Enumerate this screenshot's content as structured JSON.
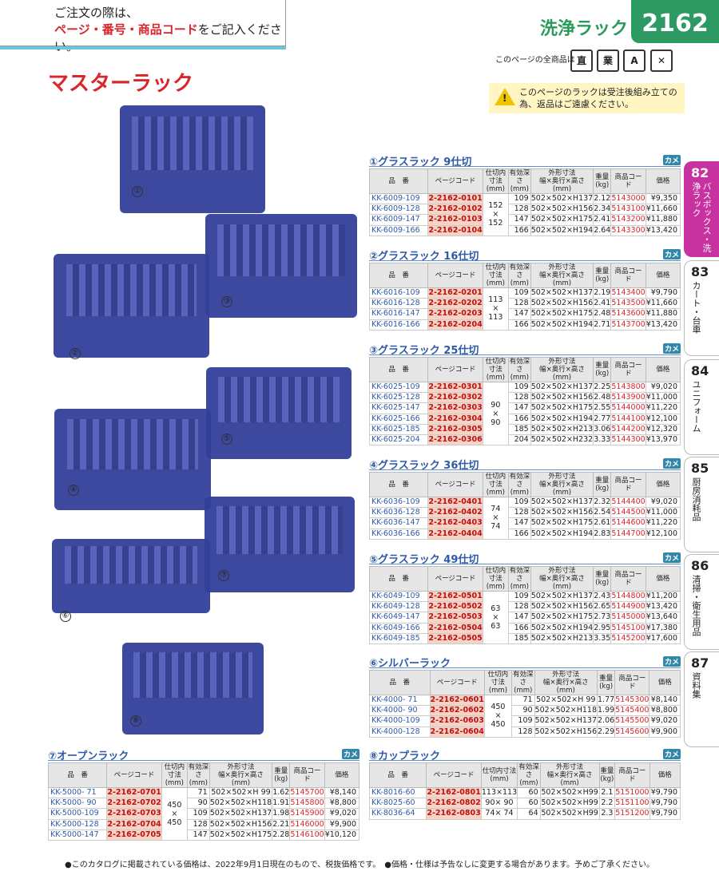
{
  "header": {
    "line1": "ご注文の際は、",
    "line2_red": "ページ・番号・商品コード",
    "line2_rest": "をご記入ください。",
    "category": "洗浄ラック",
    "page": "2162"
  },
  "icons": {
    "label": "このページの全商品は",
    "items": [
      "直",
      "業",
      "A",
      "✕"
    ]
  },
  "title": "マスターラック",
  "warning": "このページのラックは受注後組み立ての為、返品はご遠慮ください。",
  "tabs": [
    {
      "num": "82",
      "label": "バスボックス・洗浄ラック"
    },
    {
      "num": "83",
      "label": "カート・台車"
    },
    {
      "num": "84",
      "label": "ユニフォーム"
    },
    {
      "num": "85",
      "label": "厨房消耗品"
    },
    {
      "num": "86",
      "label": "清掃・衛生用品"
    },
    {
      "num": "87",
      "label": "資料集"
    }
  ],
  "photo_labels": [
    "①",
    "②",
    "③",
    "④",
    "⑤",
    "⑥",
    "⑦",
    "⑧"
  ],
  "col_headers": {
    "code": "品　番",
    "page_code": "ページコード",
    "inner": "仕切内寸法\n(mm)",
    "depth": "有効深さ\n(mm)",
    "size": "外形寸法\n幅×奥行×高さ(mm)",
    "weight": "重量\n(kg)",
    "shop": "商品コード",
    "price": "価格"
  },
  "tag": "カメ",
  "sections": [
    {
      "title": "①グラスラック 9仕切",
      "inner": [
        "152",
        "×",
        "152"
      ],
      "rows": [
        [
          "KK-6009-109",
          "2-2162-0101",
          "109",
          "502×502×H137",
          "2.12",
          "5143000",
          "¥9,350"
        ],
        [
          "KK-6009-128",
          "2-2162-0102",
          "128",
          "502×502×H156",
          "2.34",
          "5143100",
          "¥11,660"
        ],
        [
          "KK-6009-147",
          "2-2162-0103",
          "147",
          "502×502×H175",
          "2.41",
          "5143200",
          "¥11,880"
        ],
        [
          "KK-6009-166",
          "2-2162-0104",
          "166",
          "502×502×H194",
          "2.64",
          "5143300",
          "¥13,420"
        ]
      ]
    },
    {
      "title": "②グラスラック 16仕切",
      "inner": [
        "113",
        "×",
        "113"
      ],
      "rows": [
        [
          "KK-6016-109",
          "2-2162-0201",
          "109",
          "502×502×H137",
          "2.19",
          "5143400",
          "¥9,790"
        ],
        [
          "KK-6016-128",
          "2-2162-0202",
          "128",
          "502×502×H156",
          "2.41",
          "5143500",
          "¥11,660"
        ],
        [
          "KK-6016-147",
          "2-2162-0203",
          "147",
          "502×502×H175",
          "2.48",
          "5143600",
          "¥11,880"
        ],
        [
          "KK-6016-166",
          "2-2162-0204",
          "166",
          "502×502×H194",
          "2.71",
          "5143700",
          "¥13,420"
        ]
      ]
    },
    {
      "title": "③グラスラック 25仕切",
      "inner": [
        "90",
        "×",
        "90"
      ],
      "rows": [
        [
          "KK-6025-109",
          "2-2162-0301",
          "109",
          "502×502×H137",
          "2.25",
          "5143800",
          "¥9,020"
        ],
        [
          "KK-6025-128",
          "2-2162-0302",
          "128",
          "502×502×H156",
          "2.48",
          "5143900",
          "¥11,000"
        ],
        [
          "KK-6025-147",
          "2-2162-0303",
          "147",
          "502×502×H175",
          "2.55",
          "5144000",
          "¥11,220"
        ],
        [
          "KK-6025-166",
          "2-2162-0304",
          "166",
          "502×502×H194",
          "2.77",
          "5144100",
          "¥12,100"
        ],
        [
          "KK-6025-185",
          "2-2162-0305",
          "185",
          "502×502×H213",
          "3.06",
          "5144200",
          "¥12,320"
        ],
        [
          "KK-6025-204",
          "2-2162-0306",
          "204",
          "502×502×H232",
          "3.33",
          "5144300",
          "¥13,970"
        ]
      ]
    },
    {
      "title": "④グラスラック 36仕切",
      "inner": [
        "74",
        "×",
        "74"
      ],
      "rows": [
        [
          "KK-6036-109",
          "2-2162-0401",
          "109",
          "502×502×H137",
          "2.32",
          "5144400",
          "¥9,020"
        ],
        [
          "KK-6036-128",
          "2-2162-0402",
          "128",
          "502×502×H156",
          "2.54",
          "5144500",
          "¥11,000"
        ],
        [
          "KK-6036-147",
          "2-2162-0403",
          "147",
          "502×502×H175",
          "2.61",
          "5144600",
          "¥11,220"
        ],
        [
          "KK-6036-166",
          "2-2162-0404",
          "166",
          "502×502×H194",
          "2.83",
          "5144700",
          "¥12,100"
        ]
      ]
    },
    {
      "title": "⑤グラスラック 49仕切",
      "inner": [
        "63",
        "×",
        "63"
      ],
      "rows": [
        [
          "KK-6049-109",
          "2-2162-0501",
          "109",
          "502×502×H137",
          "2.43",
          "5144800",
          "¥11,200"
        ],
        [
          "KK-6049-128",
          "2-2162-0502",
          "128",
          "502×502×H156",
          "2.65",
          "5144900",
          "¥13,420"
        ],
        [
          "KK-6049-147",
          "2-2162-0503",
          "147",
          "502×502×H175",
          "2.73",
          "5145000",
          "¥13,640"
        ],
        [
          "KK-6049-166",
          "2-2162-0504",
          "166",
          "502×502×H194",
          "2.95",
          "5145100",
          "¥17,380"
        ],
        [
          "KK-6049-185",
          "2-2162-0505",
          "185",
          "502×502×H213",
          "3.35",
          "5145200",
          "¥17,600"
        ]
      ]
    },
    {
      "title": "⑥シルバーラック",
      "inner": [
        "450",
        "×",
        "450"
      ],
      "rows": [
        [
          "KK-4000- 71",
          "2-2162-0601",
          "71",
          "502×502×H 99",
          "1.77",
          "5145300",
          "¥8,140"
        ],
        [
          "KK-4000- 90",
          "2-2162-0602",
          "90",
          "502×502×H118",
          "1.99",
          "5145400",
          "¥8,800"
        ],
        [
          "KK-4000-109",
          "2-2162-0603",
          "109",
          "502×502×H137",
          "2.06",
          "5145500",
          "¥9,020"
        ],
        [
          "KK-4000-128",
          "2-2162-0604",
          "128",
          "502×502×H156",
          "2.29",
          "5145600",
          "¥9,900"
        ]
      ]
    },
    {
      "title": "⑦オープンラック",
      "inner": [
        "450",
        "×",
        "450"
      ],
      "rows": [
        [
          "KK-5000- 71",
          "2-2162-0701",
          "71",
          "502×502×H 99",
          "1.62",
          "5145700",
          "¥8,140"
        ],
        [
          "KK-5000- 90",
          "2-2162-0702",
          "90",
          "502×502×H118",
          "1.91",
          "5145800",
          "¥8,800"
        ],
        [
          "KK-5000-109",
          "2-2162-0703",
          "109",
          "502×502×H137",
          "1.98",
          "5145900",
          "¥9,020"
        ],
        [
          "KK-5000-128",
          "2-2162-0704",
          "128",
          "502×502×H156",
          "2.21",
          "5146000",
          "¥9,900"
        ],
        [
          "KK-5000-147",
          "2-2162-0705",
          "147",
          "502×502×H175",
          "2.28",
          "5146100",
          "¥10,120"
        ]
      ]
    },
    {
      "title": "⑧カップラック",
      "inner_rows": [
        "113×113",
        "90× 90",
        "74× 74"
      ],
      "rows": [
        [
          "KK-8016-60",
          "2-2162-0801",
          "60",
          "502×502×H99",
          "2.1",
          "5151000",
          "¥9,790"
        ],
        [
          "KK-8025-60",
          "2-2162-0802",
          "60",
          "502×502×H99",
          "2.2",
          "5151100",
          "¥9,790"
        ],
        [
          "KK-8036-64",
          "2-2162-0803",
          "64",
          "502×502×H99",
          "2.3",
          "5151200",
          "¥9,790"
        ]
      ]
    }
  ],
  "footer": "●このカタログに掲載されている価格は、2022年9月1日現在のもので、税抜価格です。　●価格・仕様は予告なしに変更する場合があります。予めご了承ください。"
}
